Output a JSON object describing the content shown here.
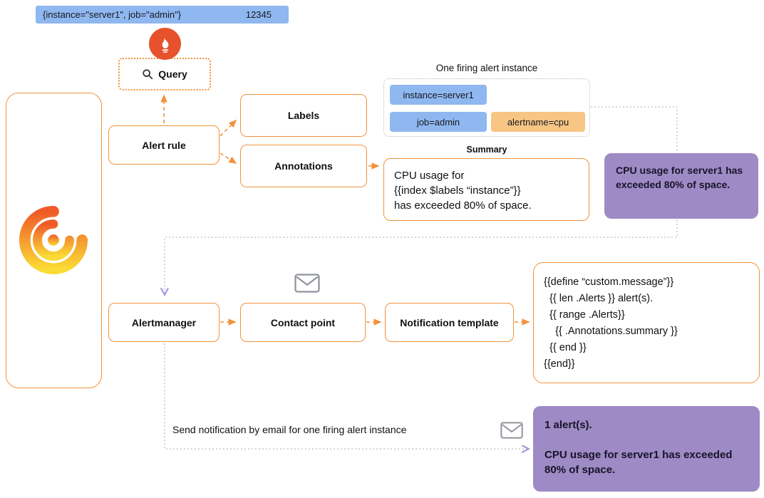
{
  "colors": {
    "orange": "#F2923C",
    "blue_badge": "#8FB7F0",
    "orange_badge": "#F7C584",
    "purple_box": "#9E8AC4",
    "prometheus_red": "#E6522C",
    "dotted_gray": "#C8C8C8",
    "purple_arrow": "#A89BDC"
  },
  "icons": {
    "prometheus": "prometheus-flame-icon",
    "query": "magnifier-icon",
    "grafana": "grafana-logo-icon",
    "contact_point": "envelope-icon",
    "email_send": "envelope-icon"
  },
  "metric_badge": {
    "labels": "{instance=\"server1\", job=\"admin\"}",
    "value": "12345"
  },
  "query": {
    "label": "Query"
  },
  "alert_rule": {
    "label": "Alert rule"
  },
  "labels_box": {
    "label": "Labels"
  },
  "annotations_box": {
    "label": "Annotations"
  },
  "firing_instance": {
    "title": "One firing alert instance",
    "badges": [
      {
        "text": "instance=server1",
        "type": "blue"
      },
      {
        "text": "job=admin",
        "type": "blue"
      },
      {
        "text": "alertname=cpu",
        "type": "orange"
      }
    ]
  },
  "summary": {
    "title": "Summary",
    "lines": [
      "CPU usage for",
      "{{index $labels “instance”}}",
      "has exceeded 80% of space."
    ]
  },
  "rendered_summary": {
    "text": "CPU usage for server1 has exceeded 80% of space."
  },
  "alertmanager": {
    "label": "Alertmanager"
  },
  "contact_point": {
    "label": "Contact point"
  },
  "notification_template": {
    "label": "Notification template"
  },
  "template_code": {
    "lines": [
      "{{define “custom.message”}}",
      "  {{ len .Alerts }} alert(s).",
      "  {{ range .Alerts}}",
      "    {{ .Annotations.summary }}",
      "  {{ end }}",
      "{{end}}"
    ]
  },
  "footer": {
    "caption": "Send notification by email for one firing alert instance"
  },
  "rendered_notification": {
    "line1": "1 alert(s).",
    "line2": "CPU usage for server1 has exceeded 80% of space."
  }
}
